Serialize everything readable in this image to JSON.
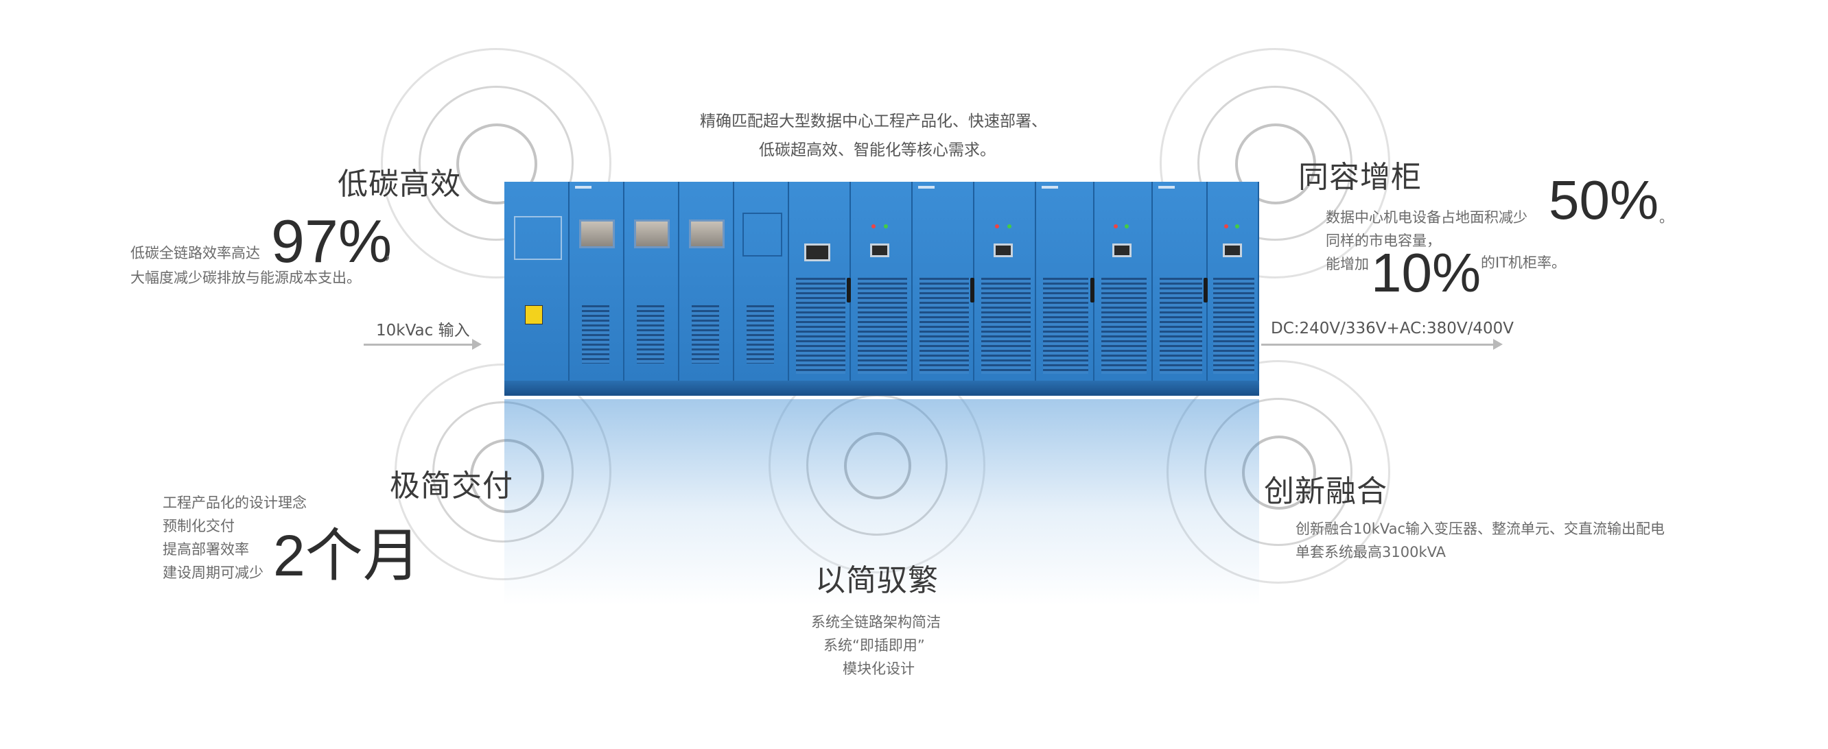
{
  "header_text": {
    "line1": "精确匹配超大型数据中心工程产品化、快速部署、",
    "line2": "低碳超高效、智能化等核心需求。"
  },
  "features": {
    "low_carbon": {
      "title": "低碳高效",
      "line1_prefix": "低碳全链路效率高达",
      "big_value": "97%",
      "line1_suffix": "，",
      "line2": "大幅度减少碳排放与能源成本支出。"
    },
    "same_capacity": {
      "title": "同容增柜",
      "line1_prefix": "数据中心机电设备占地面积减少",
      "big_value_1": "50%",
      "line1_suffix": "。",
      "line2": "同样的市电容量，",
      "line3_prefix": "能增加",
      "big_value_2": "10%",
      "line3_suffix": "的IT机柜率。"
    },
    "simple_delivery": {
      "title": "极简交付",
      "lines": [
        "工程产品化的设计理念",
        "预制化交付",
        "提高部署效率",
        "建设周期可减少"
      ],
      "big_value": "2个月"
    },
    "innovation": {
      "title": "创新融合",
      "line1": "创新融合10kVac输入变压器、整流单元、交直流输出配电",
      "line2": "单套系统最高3100kVA"
    },
    "simplicity": {
      "title": "以简驭繁",
      "lines": [
        "系统全链路架构简洁",
        "系统“即插即用”",
        "模块化设计"
      ]
    }
  },
  "io_labels": {
    "input": "10kVac 输入",
    "output": "DC:240V/336V+AC:380V/400V"
  },
  "colors": {
    "cabinet_blue": "#3a8ad2",
    "cabinet_dark": "#1e5f9e",
    "text_dark": "#3a3a3a",
    "ring_grey": "#c9c9c9"
  },
  "icons": [
    "ring-icon"
  ]
}
